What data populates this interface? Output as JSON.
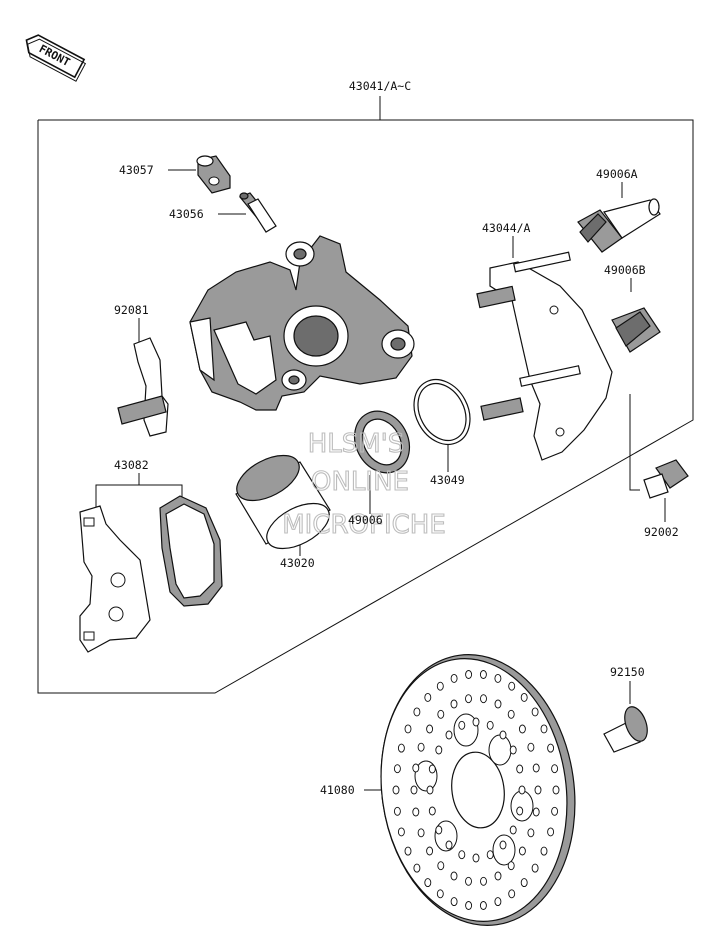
{
  "front_badge": "FRONT",
  "watermark": [
    "HLSM'S",
    "ONLINE",
    "MICROFICHE"
  ],
  "labels": {
    "assembly": "43041/A~C",
    "p43057": "43057",
    "p43056": "43056",
    "p92081": "92081",
    "p43082": "43082",
    "p43020": "43020",
    "p49006": "49006",
    "p43049": "43049",
    "p43044": "43044/A",
    "p49006A": "49006A",
    "p49006B": "49006B",
    "p92002": "92002",
    "p92150": "92150",
    "p41080": "41080"
  }
}
